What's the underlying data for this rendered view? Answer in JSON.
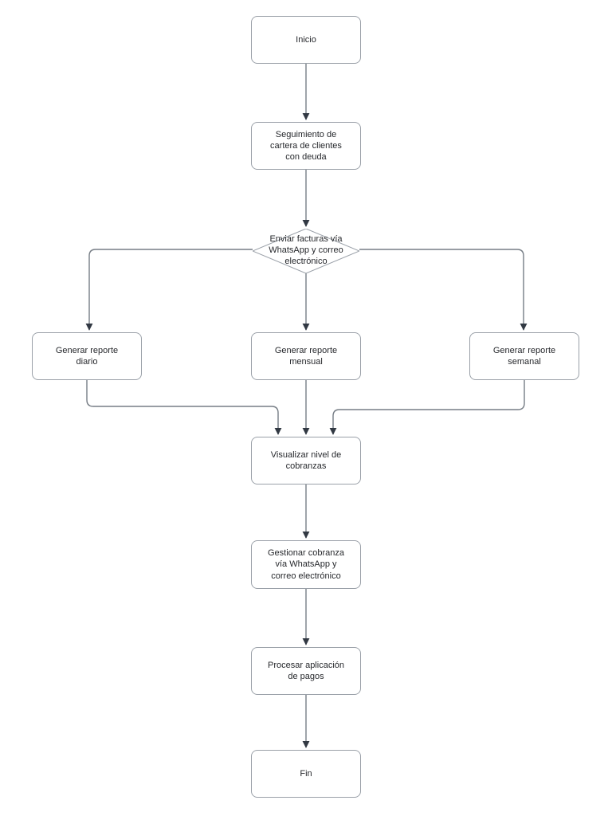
{
  "diagram": {
    "type": "flowchart",
    "language": "es",
    "nodes": {
      "inicio": {
        "label": "Inicio",
        "shape": "rounded-rectangle",
        "role": "start"
      },
      "seguimiento": {
        "label": "Seguimiento de\ncartera de clientes\ncon deuda",
        "shape": "rounded-rectangle",
        "role": "process"
      },
      "enviar": {
        "label": "Enviar facturas vía\nWhatsApp y correo\nelectrónico",
        "shape": "diamond",
        "role": "decision"
      },
      "diario": {
        "label": "Generar reporte\ndiario",
        "shape": "rounded-rectangle",
        "role": "process"
      },
      "mensual": {
        "label": "Generar reporte\nmensual",
        "shape": "rounded-rectangle",
        "role": "process"
      },
      "semanal": {
        "label": "Generar reporte\nsemanal",
        "shape": "rounded-rectangle",
        "role": "process"
      },
      "visualizar": {
        "label": "Visualizar nivel de\ncobranzas",
        "shape": "rounded-rectangle",
        "role": "process"
      },
      "gestionar": {
        "label": "Gestionar cobranza\nvía WhatsApp y\ncorreo electrónico",
        "shape": "rounded-rectangle",
        "role": "process"
      },
      "procesar": {
        "label": "Procesar aplicación\nde pagos",
        "shape": "rounded-rectangle",
        "role": "process"
      },
      "fin": {
        "label": "Fin",
        "shape": "rounded-rectangle",
        "role": "end"
      }
    },
    "edges": [
      {
        "from": "inicio",
        "to": "seguimiento"
      },
      {
        "from": "seguimiento",
        "to": "enviar"
      },
      {
        "from": "enviar",
        "to": "diario"
      },
      {
        "from": "enviar",
        "to": "mensual"
      },
      {
        "from": "enviar",
        "to": "semanal"
      },
      {
        "from": "diario",
        "to": "visualizar"
      },
      {
        "from": "mensual",
        "to": "visualizar"
      },
      {
        "from": "semanal",
        "to": "visualizar"
      },
      {
        "from": "visualizar",
        "to": "gestionar"
      },
      {
        "from": "gestionar",
        "to": "procesar"
      },
      {
        "from": "procesar",
        "to": "fin"
      }
    ]
  },
  "colors": {
    "background": "#ffffff",
    "box_border": "#9aa0a8",
    "connector": "#767d85",
    "arrowhead": "#323943",
    "text": "#26282c"
  }
}
